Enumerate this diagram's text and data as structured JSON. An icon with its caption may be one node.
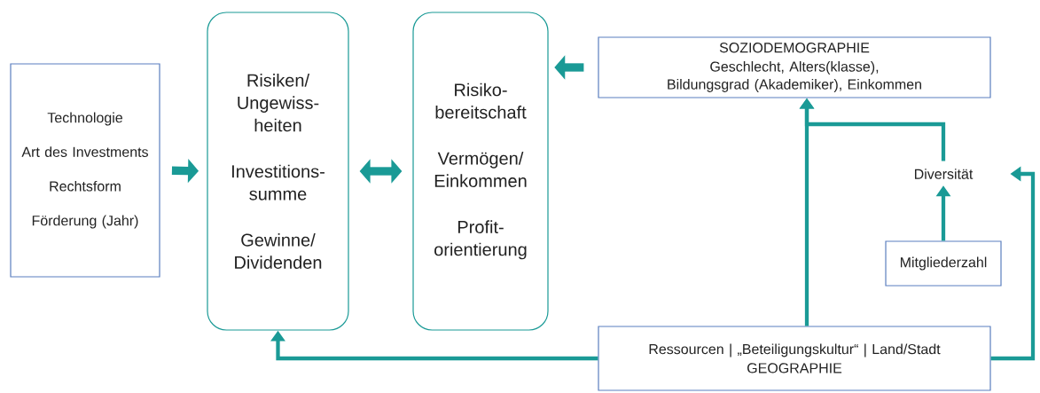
{
  "diagram": {
    "nodes": [
      {
        "text": [
          "Technologie",
          "Art des Investments",
          "Rechtsform",
          "Förderung (Jahr)"
        ]
      },
      {
        "text": [
          "Risiken/ Ungewiss- heiten",
          "Investitions- summe",
          "Gewinne/ Dividenden"
        ]
      },
      {
        "text": [
          "Risiko- bereitschaft",
          "Vermögen/ Einkommen",
          "Profit- orientierung"
        ]
      },
      {
        "text": [
          "SOZIODEMOGRAPHIE",
          "Geschlecht, Alters(klasse), Bildungsgrad (Akademiker), Einkommen"
        ]
      },
      {
        "text": [
          "Diversität"
        ]
      },
      {
        "text": [
          "Mitgliederzahl"
        ]
      },
      {
        "text": [
          "Ressourcen | „Beteiligungskultur“ | Land/Stadt",
          "GEOGRAPHIE"
        ]
      }
    ],
    "edges": [
      {
        "from": 0,
        "to": 1,
        "arrow": "to",
        "style": "thick"
      },
      {
        "from": 1,
        "to": 2,
        "arrow": "both",
        "style": "thick"
      },
      {
        "from": 3,
        "to": 2,
        "arrow": "to",
        "style": "thick"
      },
      {
        "from": 6,
        "to": 1,
        "arrow": "to"
      },
      {
        "from": 6,
        "to": 3,
        "arrow": "to"
      },
      {
        "from": 4,
        "to": 3,
        "arrow": "to"
      },
      {
        "from": 5,
        "to": 4,
        "arrow": "to"
      },
      {
        "from": 6,
        "to": 4,
        "arrow": "to"
      }
    ]
  }
}
